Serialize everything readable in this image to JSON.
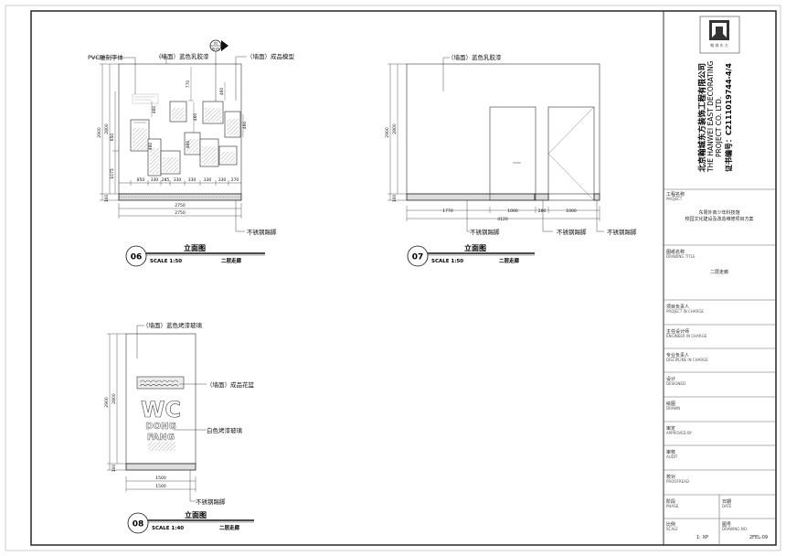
{
  "company": {
    "name_cn": "北京翰城东方装饰工程有限公司",
    "name_en1": "THE HANWEI EAST DECORATING",
    "name_en2": "PROJECT CO. LTD.",
    "cert": "证书编号：C2111019744-4/4",
    "logo_text": "翰 城 东 方"
  },
  "title_block": {
    "project_label": "工程名称",
    "project_label_en": "PROJECT",
    "project_line1": "东周外商少年科技馆",
    "project_line2": "校园文化建设及改造维修项目方案",
    "drawing_title_label": "图纸名称",
    "drawing_title_label_en": "DRAWING TITLE",
    "drawing_title": "二层走廊",
    "project_in_charge_label": "项目负责人",
    "project_in_charge_en": "PROJECT IN CHARGE",
    "engineer_label": "主任设计师",
    "engineer_en": "ENGINEER IN CHARGE",
    "discipline_label": "专业负责人",
    "discipline_en": "DISCIPLINE IN CHARGE",
    "design_label": "设计",
    "design_en": "DESIGNED",
    "drawn_label": "绘图",
    "drawn_en": "DRAWN",
    "approved_label": "审定",
    "approved_en": "APPROVED BY",
    "audit_label": "审核",
    "audit_en": "AUDIT",
    "proof_label": "校对",
    "proof_en": "PROOFREAD",
    "phase_label": "阶段",
    "phase_en": "PHASE",
    "date_label": "日期",
    "date_en": "DATE",
    "scale_label": "比例",
    "scale_en": "SCALE",
    "scale_value": "1: XP",
    "drawing_no_label": "图号",
    "drawing_no_en": "DRAWING NO.",
    "drawing_no": "2FEL-09"
  },
  "elevations": [
    {
      "number": "06",
      "title": "立面图",
      "scale": "SCALE 1:50",
      "location": "二层走廊",
      "notes": [
        "PVC雕刻字体",
        "（墙面）蓝色乳胶漆",
        "（墙面）成品模型",
        "不锈钢踢脚"
      ],
      "dims": {
        "height_total": "2900",
        "height_inner": "2800",
        "base": "100",
        "width": "2750",
        "left_stack": [
          "650",
          "1075"
        ],
        "row_top": [
          "770",
          "460",
          "460",
          "460"
        ],
        "row_mid": [
          "460",
          "460",
          "460"
        ],
        "bottom_spans": [
          "850",
          "330",
          "285",
          "330",
          "330",
          "330",
          "330",
          "270"
        ]
      }
    },
    {
      "number": "07",
      "title": "立面图",
      "scale": "SCALE 1:50",
      "location": "二层走廊",
      "notes": [
        "（墙面）蓝色乳胶漆",
        "不锈钢踢脚",
        "不锈钢踢脚",
        "不锈钢踢脚"
      ],
      "dims": {
        "height_total": "2900",
        "height_inner": "2800",
        "base": "100",
        "spans": [
          "1770",
          "1000",
          "280",
          "1000"
        ],
        "width": "4120"
      }
    },
    {
      "number": "08",
      "title": "立面图",
      "scale": "SCALE 1:40",
      "location": "二层走廊",
      "notes": [
        "（墙面）蓝色烤漆玻璃",
        "（墙面）成品花篮",
        "白色烤漆玻璃",
        "不锈钢踢脚"
      ],
      "dims": {
        "height_total": "2900",
        "height_inner": "2800",
        "base": "100",
        "width": "1500"
      },
      "logo_text": "WC",
      "logo_sub1": "DONG",
      "logo_sub2": "FANG"
    }
  ],
  "index_mark": {
    "top": "02",
    "bottom": "ID-05"
  }
}
